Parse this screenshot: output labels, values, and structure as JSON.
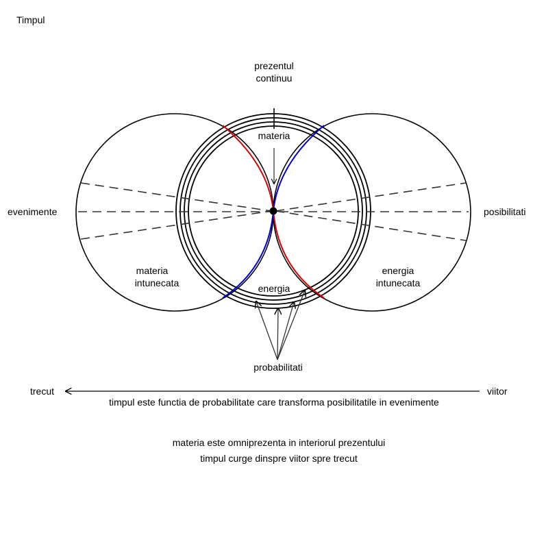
{
  "title": "Timpul",
  "labels": {
    "present_line1": "prezentul",
    "present_line2": "continuu",
    "matter": "materia",
    "events": "evenimente",
    "possibilities": "posibilitati",
    "swollen_matter_line1": "materia",
    "swollen_matter_line2": "intunecata",
    "swollen_energy_line1": "energia",
    "swollen_energy_line2": "intunecata",
    "energy": "energia",
    "probabilities": "probabilitati",
    "past": "trecut",
    "future": "viitor",
    "time_function": "timpul este functia de probabilitate care transforma posibilitatile in evenimente"
  },
  "notes": [
    "materia este omniprezenta in interiorul prezentului",
    "timpul curge dinspre viitor spre trecut"
  ],
  "colors": {
    "ink": "#000000",
    "dash": "#333333",
    "matter_arc": "#dd0000",
    "energy_arc": "#0000cc"
  }
}
